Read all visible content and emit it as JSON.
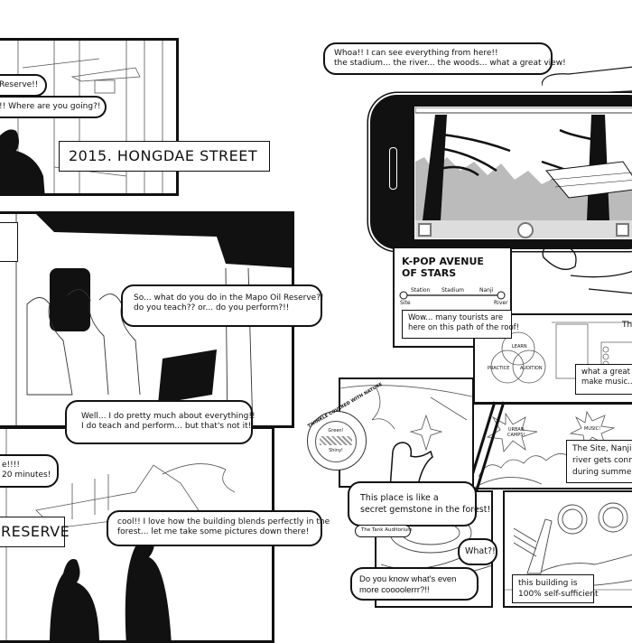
{
  "left_page": {
    "panel_street": {
      "bubble_1": "Reserve!!",
      "bubble_2": "!! Where are you going?!",
      "caption": "2015. HONGDAE STREET"
    },
    "panel_subway": {
      "bubble_question": [
        "So... what do you do in the Mapo Oil Reserve?!",
        "do you teach?? or... do you perform?!!"
      ],
      "bubble_answer": [
        "Well... I do pretty much about everything!!",
        "I do teach and perform... but that's not it!"
      ]
    },
    "panel_reserve": {
      "bubble_time": [
        "e!!!!",
        "20 minutes!"
      ],
      "caption": "RESERVE",
      "bubble_cool": [
        "cool!! I love how the building blends perfectly in the",
        "forest... let me take some pictures down there!"
      ]
    }
  },
  "right_page": {
    "bubble_view": [
      "Whoa!! I can see everything from here!!",
      "the stadium... the river... the woods... what a great view!"
    ],
    "phone": {
      "icons": [
        "gallery-icon",
        "camera-shutter-icon",
        "switch-icon"
      ]
    },
    "map": {
      "title": [
        "K-POP AVENUE",
        "OF STARS"
      ],
      "stops_top": [
        "Station",
        "Stadium",
        "Nanji"
      ],
      "end_left": "Site",
      "end_right": "River",
      "caption": [
        "Wow... many tourists are",
        "here on this path of the roof!"
      ]
    },
    "studio": {
      "heading": "The",
      "venn": [
        "LEARN",
        "PRACTICE",
        "AUDITION"
      ],
      "caption": [
        "what a great p",
        "make music... a"
      ]
    },
    "camp": {
      "burst_1": [
        "URBAN",
        "CAMPS!"
      ],
      "burst_2": "MUSIC!",
      "caption": [
        "The Site, Nanji is",
        "river gets connec",
        "during summer!"
      ]
    },
    "twinkle": {
      "badge_title": "TWINKLE COVERED WITH NATURE",
      "badge_top": "Green!",
      "badge_bottom": "Shiny!",
      "bubble": [
        "This place is like a",
        "secret gemstone in the forest!"
      ]
    },
    "tank": {
      "label": "The Tank Auditorium",
      "bubble_what": "What?!",
      "bubble_cooler": [
        "Do you know what's even",
        "more coooolerrr?!!"
      ]
    },
    "solar": {
      "caption": [
        "this building is",
        "100% self-sufficient"
      ]
    }
  }
}
